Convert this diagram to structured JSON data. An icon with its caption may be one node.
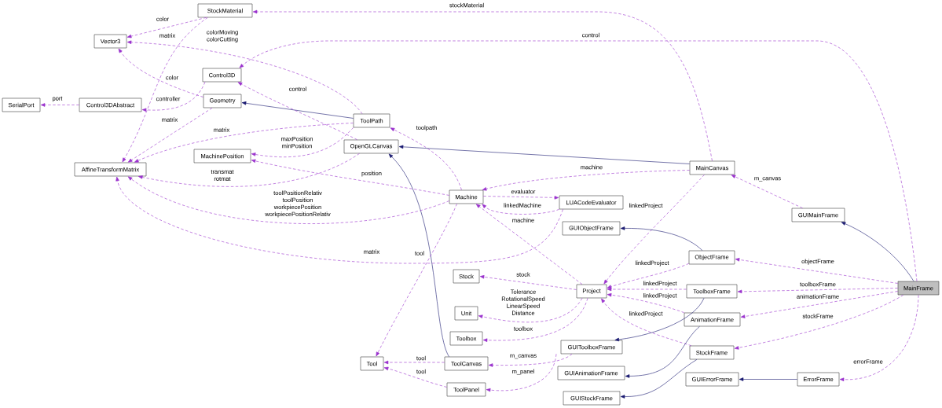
{
  "diagram": {
    "nodes": [
      {
        "text": [
          "StockMaterial"
        ]
      },
      {
        "text": [
          "Vector3"
        ]
      },
      {
        "text": [
          "Control3D"
        ]
      },
      {
        "text": [
          "SerialPort"
        ]
      },
      {
        "text": [
          "Control3DAbstract"
        ]
      },
      {
        "text": [
          "Geometry"
        ]
      },
      {
        "text": [
          "ToolPath"
        ]
      },
      {
        "text": [
          "OpenGLCanvas"
        ]
      },
      {
        "text": [
          "MachinePosition"
        ]
      },
      {
        "text": [
          "MainCanvas"
        ]
      },
      {
        "text": [
          "AffineTransformMatrix"
        ]
      },
      {
        "text": [
          "Machine"
        ]
      },
      {
        "text": [
          "LUACodeEvaluator"
        ]
      },
      {
        "text": [
          "GUIMainFrame"
        ]
      },
      {
        "text": [
          "GUIObjectFrame"
        ]
      },
      {
        "text": [
          "ObjectFrame"
        ]
      },
      {
        "text": [
          "Stock"
        ]
      },
      {
        "text": [
          "MainFrame"
        ]
      },
      {
        "text": [
          "Project"
        ]
      },
      {
        "text": [
          "ToolboxFrame"
        ]
      },
      {
        "text": [
          "Unit"
        ]
      },
      {
        "text": [
          "AnimationFrame"
        ]
      },
      {
        "text": [
          "Toolbox"
        ]
      },
      {
        "text": [
          "GUIToolboxFrame"
        ]
      },
      {
        "text": [
          "StockFrame"
        ]
      },
      {
        "text": [
          "Tool"
        ]
      },
      {
        "text": [
          "ToolCanvas"
        ]
      },
      {
        "text": [
          "GUIAnimationFrame"
        ]
      },
      {
        "text": [
          "GUIErrorFrame"
        ]
      },
      {
        "text": [
          "ErrorFrame"
        ]
      },
      {
        "text": [
          "ToolPanel"
        ]
      },
      {
        "text": [
          "GUIStockFrame"
        ]
      }
    ],
    "edges": [
      {
        "from": 0,
        "to": 1,
        "arrow": "to",
        "label": "color",
        "style": "dashed"
      },
      {
        "from": 0,
        "to": 10,
        "arrow": "to",
        "label": "matrix",
        "style": "dashed"
      },
      {
        "from": 5,
        "to": 1,
        "arrow": "to",
        "label": "color",
        "style": "dashed"
      },
      {
        "from": 5,
        "to": 10,
        "arrow": "to",
        "label": "matrix",
        "style": "dashed"
      },
      {
        "from": 4,
        "to": 3,
        "arrow": "to",
        "label": "port",
        "style": "dashed"
      },
      {
        "from": 2,
        "to": 4,
        "arrow": "to",
        "label": "controller",
        "style": "dashed"
      },
      {
        "from": 6,
        "to": 5,
        "arrow": "to",
        "color": "#191970"
      },
      {
        "from": 6,
        "to": 1,
        "arrow": "to",
        "label": "colorMoving colorCutting",
        "style": "dashed"
      },
      {
        "from": 6,
        "to": 10,
        "arrow": "to",
        "label": "matrix",
        "style": "dashed"
      },
      {
        "from": 6,
        "to": 8,
        "arrow": "to",
        "label": "maxPosition minPosition",
        "style": "dashed"
      },
      {
        "from": 7,
        "to": 2,
        "arrow": "to",
        "label": "control",
        "style": "dashed"
      },
      {
        "from": 7,
        "to": 10,
        "arrow": "to",
        "label": "transmat rotmat",
        "style": "dashed"
      },
      {
        "from": 9,
        "to": 7,
        "arrow": "to",
        "color": "#191970"
      },
      {
        "from": 26,
        "to": 7,
        "arrow": "to",
        "color": "#191970"
      },
      {
        "from": 9,
        "to": 0,
        "arrow": "to",
        "label": "stockMaterial",
        "style": "dashed"
      },
      {
        "from": 17,
        "to": 2,
        "arrow": "to",
        "label": "control",
        "style": "dashed"
      },
      {
        "from": 9,
        "to": 11,
        "arrow": "to",
        "label": "machine",
        "style": "dashed"
      },
      {
        "from": 9,
        "to": 18,
        "arrow": "to",
        "label": "linkedProject",
        "style": "dashed"
      },
      {
        "from": 13,
        "to": 9,
        "arrow": "to",
        "label": "m_canvas",
        "style": "dashed"
      },
      {
        "from": 11,
        "to": 8,
        "arrow": "to",
        "label": "position",
        "style": "dashed"
      },
      {
        "from": 11,
        "to": 10,
        "arrow": "to",
        "label": "toolPositionRelativ toolPosition workpiecePosition workpiecePositionRelativ",
        "style": "dashed"
      },
      {
        "from": 11,
        "to": 6,
        "arrow": "to",
        "label": "toolpath",
        "style": "dashed"
      },
      {
        "from": 11,
        "to": 12,
        "arrow": "to",
        "label": "evaluator",
        "style": "dashed"
      },
      {
        "from": 12,
        "to": 11,
        "arrow": "to",
        "label": "linkedMachine",
        "style": "dashed"
      },
      {
        "from": 11,
        "to": 25,
        "arrow": "to",
        "label": "tool",
        "style": "dashed"
      },
      {
        "from": 12,
        "to": 10,
        "arrow": "to",
        "label": "matrix",
        "style": "dashed"
      },
      {
        "from": 17,
        "to": 13,
        "arrow": "to",
        "color": "#191970"
      },
      {
        "from": 15,
        "to": 14,
        "arrow": "to",
        "color": "#191970"
      },
      {
        "from": 15,
        "to": 18,
        "arrow": "to",
        "label": "linkedProject",
        "style": "dashed"
      },
      {
        "from": 17,
        "to": 15,
        "arrow": "to",
        "label": "objectFrame",
        "style": "dashed"
      },
      {
        "from": 17,
        "to": 19,
        "arrow": "to",
        "label": "toolboxFrame",
        "style": "dashed"
      },
      {
        "from": 17,
        "to": 21,
        "arrow": "to",
        "label": "animationFrame",
        "style": "dashed"
      },
      {
        "from": 17,
        "to": 24,
        "arrow": "to",
        "label": "stockFrame",
        "style": "dashed"
      },
      {
        "from": 17,
        "to": 29,
        "arrow": "to",
        "label": "errorFrame",
        "style": "dashed"
      },
      {
        "from": 29,
        "to": 28,
        "arrow": "to",
        "color": "#191970"
      },
      {
        "from": 19,
        "to": 18,
        "arrow": "to",
        "label": "linkedProject",
        "style": "dashed"
      },
      {
        "from": 21,
        "to": 18,
        "arrow": "to",
        "label": "linkedProject",
        "style": "dashed"
      },
      {
        "from": 24,
        "to": 18,
        "arrow": "to",
        "label": "linkedProject",
        "style": "dashed"
      },
      {
        "from": 19,
        "to": 23,
        "arrow": "to",
        "color": "#191970"
      },
      {
        "from": 21,
        "to": 27,
        "arrow": "to",
        "color": "#191970"
      },
      {
        "from": 24,
        "to": 31,
        "arrow": "to",
        "color": "#191970"
      },
      {
        "from": 18,
        "to": 11,
        "arrow": "to",
        "label": "machine",
        "style": "dashed"
      },
      {
        "from": 18,
        "to": 16,
        "arrow": "to",
        "label": "stock",
        "style": "dashed"
      },
      {
        "from": 18,
        "to": 20,
        "arrow": "to",
        "label": "Tolerance RotationalSpeed LinearSpeed Distance",
        "style": "dashed"
      },
      {
        "from": 18,
        "to": 22,
        "arrow": "to",
        "label": "toolbox",
        "style": "dashed"
      },
      {
        "from": 23,
        "to": 26,
        "arrow": "to",
        "label": "m_canvas",
        "style": "dashed"
      },
      {
        "from": 23,
        "to": 30,
        "arrow": "to",
        "label": "m_panel",
        "style": "dashed"
      },
      {
        "from": 26,
        "to": 25,
        "arrow": "to",
        "label": "tool",
        "style": "dashed"
      },
      {
        "from": 30,
        "to": 25,
        "arrow": "to",
        "label": "tool",
        "style": "dashed"
      }
    ]
  }
}
